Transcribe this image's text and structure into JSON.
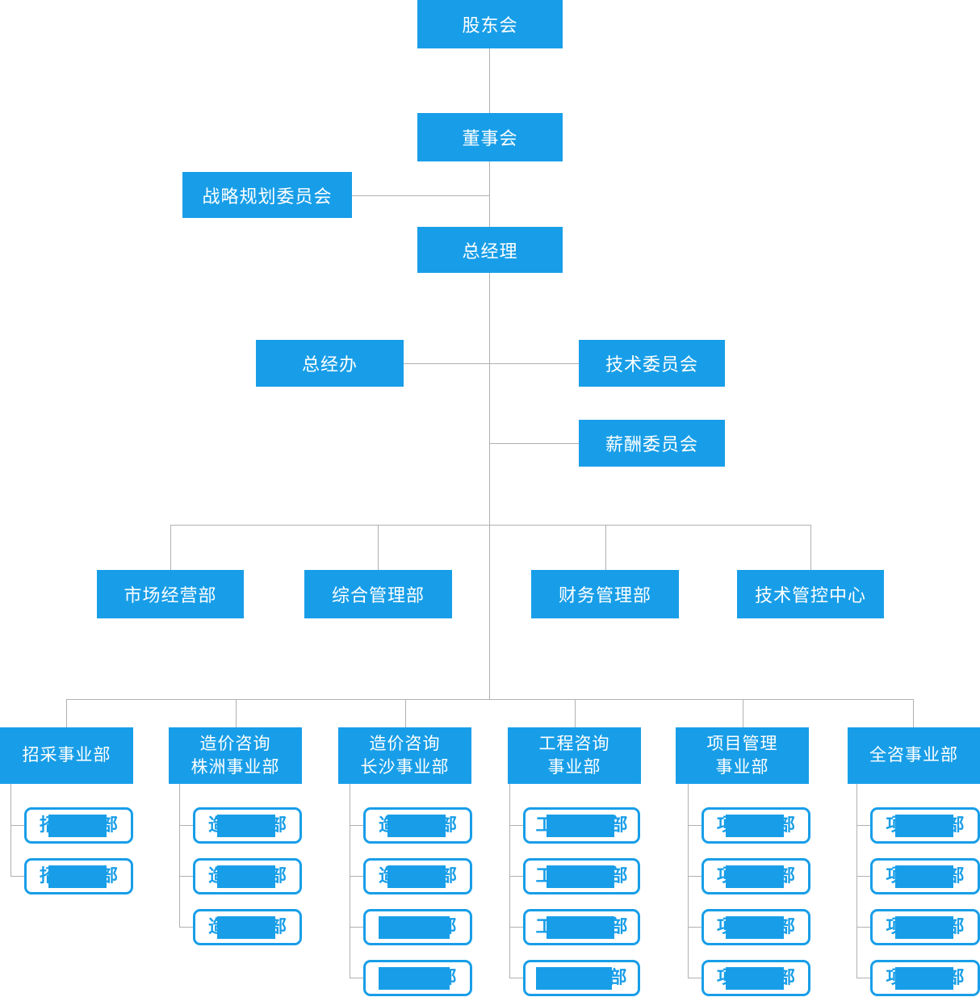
{
  "colors": {
    "primary_blue": "#189ee8",
    "connector_gray": "#b0b0b0",
    "box_text": "#ffffff"
  },
  "nodes": {
    "shareholders": {
      "label": "股东会"
    },
    "board": {
      "label": "董事会"
    },
    "strategy_committee": {
      "label": "战略规划委员会"
    },
    "general_manager": {
      "label": "总经理"
    },
    "gm_office": {
      "label": "总经办"
    },
    "tech_committee": {
      "label": "技术委员会"
    },
    "salary_committee": {
      "label": "薪酬委员会"
    }
  },
  "departments": [
    {
      "label": "市场经营部"
    },
    {
      "label": "综合管理部"
    },
    {
      "label": "财务管理部"
    },
    {
      "label": "技术管控中心"
    }
  ],
  "divisions": [
    {
      "line1": "招采事业部",
      "line2": "",
      "children": [
        {
          "visible_prefix": "招",
          "visible_suffix": "部",
          "redacted": true
        },
        {
          "visible_prefix": "招",
          "visible_suffix": "部",
          "redacted": true
        }
      ]
    },
    {
      "line1": "造价咨询",
      "line2": "株洲事业部",
      "children": [
        {
          "visible_prefix": "造",
          "visible_suffix": "部",
          "redacted": true
        },
        {
          "visible_prefix": "造",
          "visible_suffix": "部",
          "redacted": true
        },
        {
          "visible_prefix": "造",
          "visible_suffix": "部",
          "redacted": true
        }
      ]
    },
    {
      "line1": "造价咨询",
      "line2": "长沙事业部",
      "children": [
        {
          "visible_prefix": "造",
          "visible_suffix": "部",
          "redacted": true
        },
        {
          "visible_prefix": "造",
          "visible_suffix": "部",
          "redacted": true
        },
        {
          "visible_prefix": "",
          "visible_suffix": "部",
          "redacted": true
        },
        {
          "visible_prefix": "",
          "visible_suffix": "部",
          "redacted": true
        }
      ]
    },
    {
      "line1": "工程咨询",
      "line2": "事业部",
      "children": [
        {
          "visible_prefix": "工",
          "visible_suffix": "部",
          "redacted": true
        },
        {
          "visible_prefix": "工",
          "visible_suffix": "部",
          "redacted": true
        },
        {
          "visible_prefix": "工",
          "visible_suffix": "部",
          "redacted": true
        },
        {
          "visible_prefix": "",
          "visible_suffix": "部",
          "redacted": true
        }
      ]
    },
    {
      "line1": "项目管理",
      "line2": "事业部",
      "children": [
        {
          "visible_prefix": "项",
          "visible_suffix": "部",
          "redacted": true
        },
        {
          "visible_prefix": "项",
          "visible_suffix": "部",
          "redacted": true
        },
        {
          "visible_prefix": "项",
          "visible_suffix": "部",
          "redacted": true
        },
        {
          "visible_prefix": "项",
          "visible_suffix": "部",
          "redacted": true
        }
      ]
    },
    {
      "line1": "全咨事业部",
      "line2": "",
      "children": [
        {
          "visible_prefix": "项",
          "visible_suffix": "部",
          "redacted": true
        },
        {
          "visible_prefix": "项",
          "visible_suffix": "部",
          "redacted": true
        },
        {
          "visible_prefix": "项",
          "visible_suffix": "部",
          "redacted": true
        },
        {
          "visible_prefix": "项",
          "visible_suffix": "部",
          "redacted": true
        }
      ]
    }
  ]
}
